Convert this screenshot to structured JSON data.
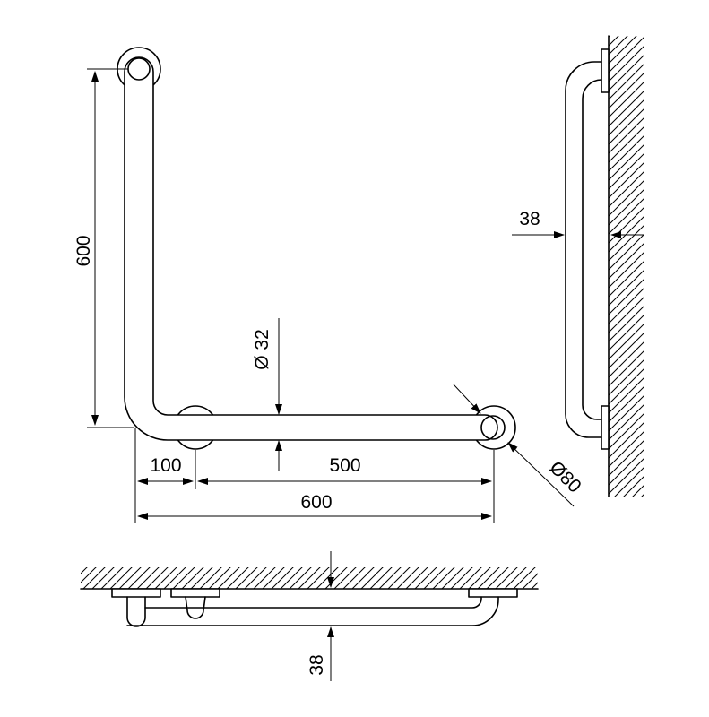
{
  "colors": {
    "line": "#000000",
    "background": "#ffffff"
  },
  "front_view": {
    "height_label": "600",
    "tube_diameter_label": "Ø 32",
    "offset_label": "100",
    "span_label": "500",
    "width_label": "600",
    "flange_diameter_label": "Ø80"
  },
  "side_view": {
    "wall_distance_label": "38"
  },
  "top_view": {
    "wall_distance_label": "38"
  }
}
